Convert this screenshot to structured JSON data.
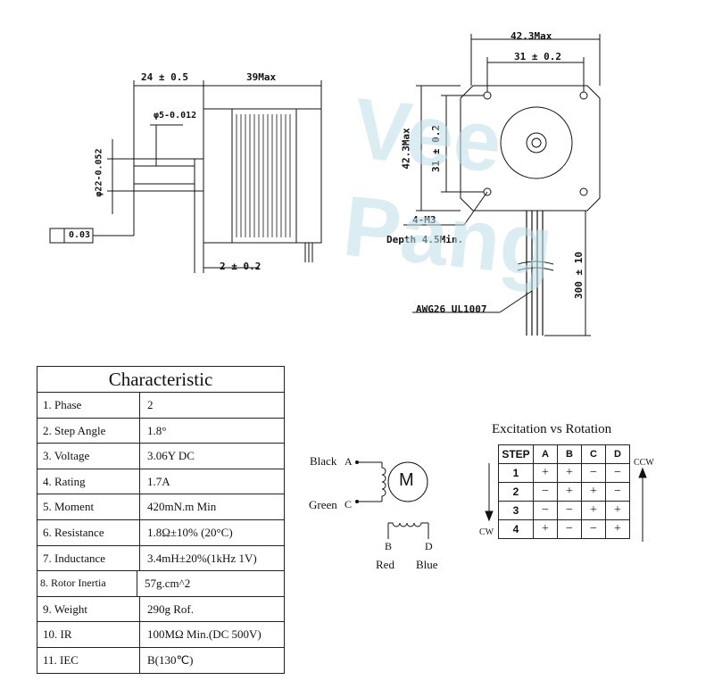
{
  "drawing": {
    "side_view": {
      "dim_24": "24 ± 0.5",
      "dim_39": "39Max",
      "dim_shaft": "φ5-0.012",
      "dim_boss": "φ22-0.052",
      "tolerance_box": "0.03",
      "dim_2": "2 ± 0.2"
    },
    "front_view": {
      "dim_42_top": "42.3Max",
      "dim_31_top": "31 ± 0.2",
      "dim_42_left": "42.3Max",
      "dim_31_left": "31 ± 0.2",
      "screw": "4-M3",
      "depth": "Depth 4.5Min.",
      "wire": "AWG26 UL1007",
      "lead_length": "300 ± 10"
    }
  },
  "characteristic": {
    "title": "Characteristic",
    "rows": [
      {
        "k": "1.  Phase",
        "v": "2"
      },
      {
        "k": "2.  Step Angle",
        "v": "1.8°"
      },
      {
        "k": "3.  Voltage",
        "v": "3.06Y DC"
      },
      {
        "k": "4.  Rating",
        "v": "1.7A"
      },
      {
        "k": "5.  Moment",
        "v": "420mN.m Min"
      },
      {
        "k": "6.  Resistance",
        "v": "1.8Ω±10% (20°C)"
      },
      {
        "k": "7.  Inductance",
        "v": "3.4mH±20%(1kHz 1V)"
      },
      {
        "k": "8. Rotor Inertia",
        "v": "57g.cm^2"
      },
      {
        "k": "9.  Weight",
        "v": "290g Rof."
      },
      {
        "k": "10. IR",
        "v": "100MΩ  Min.(DC 500V)"
      },
      {
        "k": "11. IEC",
        "v": "B(130℃)"
      }
    ]
  },
  "wiring": {
    "black": "Black",
    "green": "Green",
    "red": "Red",
    "blue": "Blue",
    "a": "A",
    "c": "C",
    "b": "B",
    "d": "D",
    "motor": "M"
  },
  "excitation": {
    "title": "Excitation vs Rotation",
    "headers": [
      "STEP",
      "A",
      "B",
      "C",
      "D"
    ],
    "rows": [
      [
        "1",
        "+",
        "+",
        "−",
        "−"
      ],
      [
        "2",
        "−",
        "+",
        "+",
        "−"
      ],
      [
        "3",
        "−",
        "−",
        "+",
        "+"
      ],
      [
        "4",
        "+",
        "−",
        "−",
        "+"
      ]
    ],
    "ccw": "CCW",
    "cw": "CW"
  },
  "watermark": "Vee Pang"
}
